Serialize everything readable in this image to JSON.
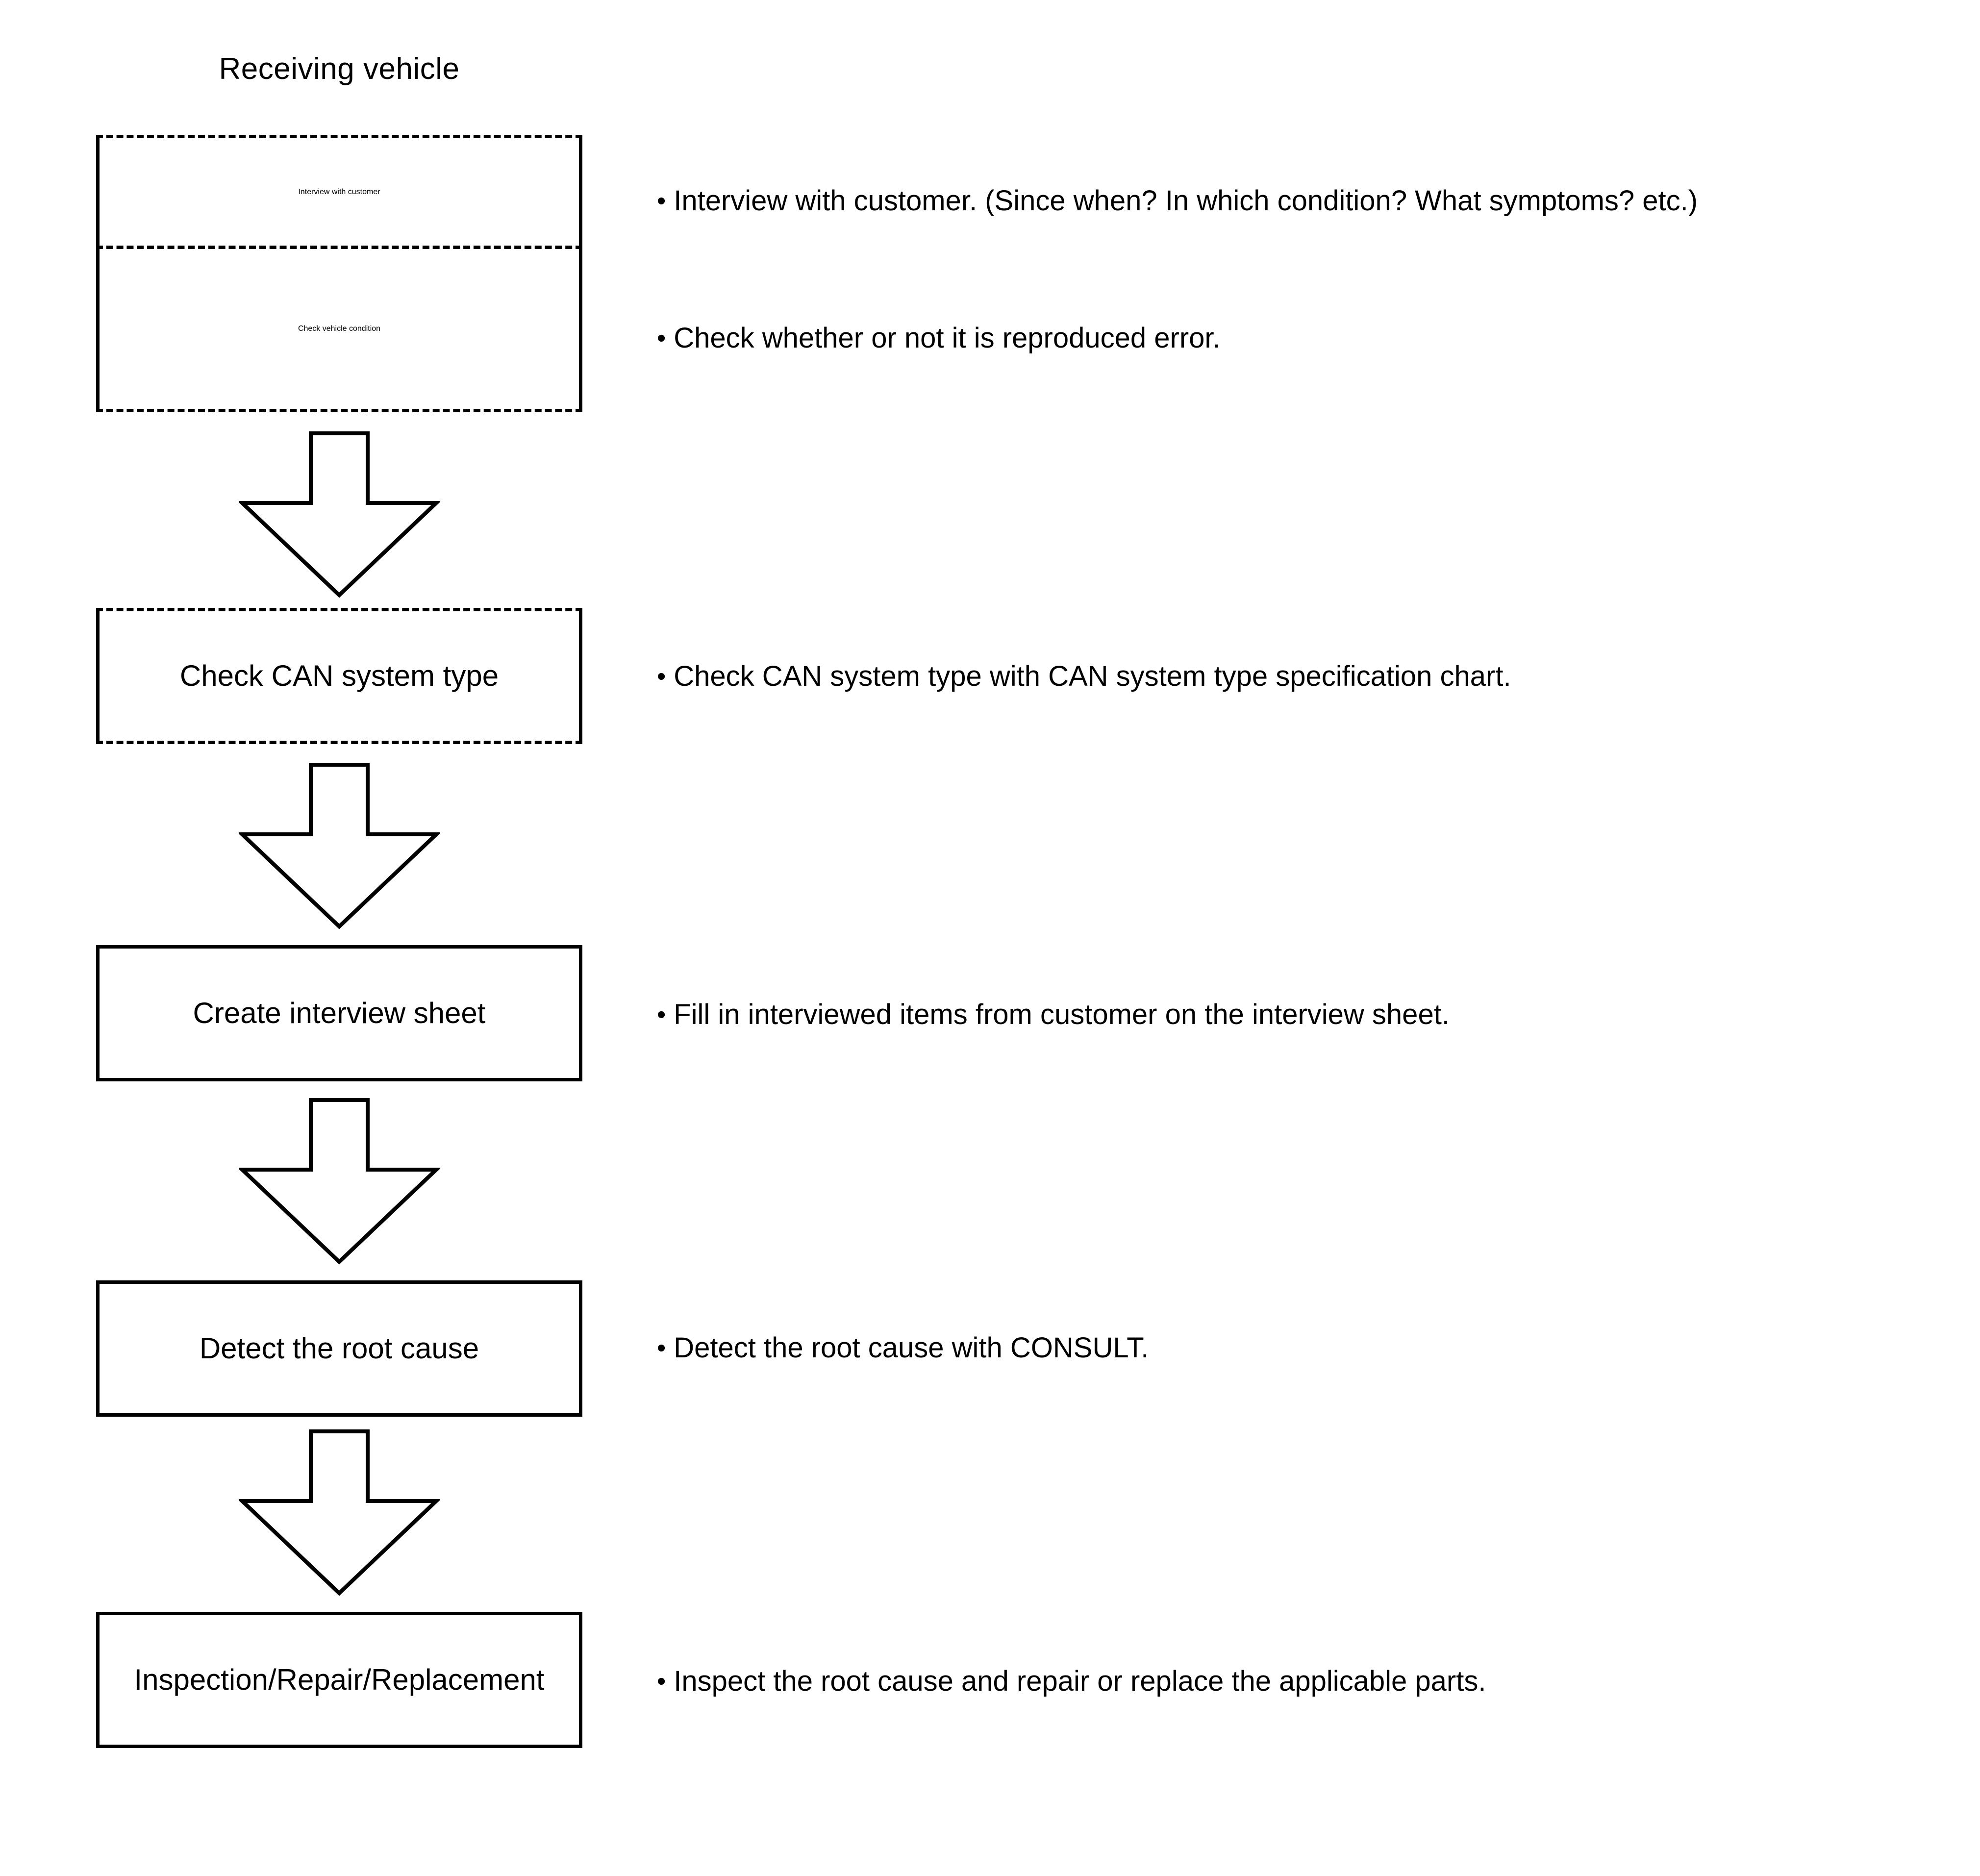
{
  "diagram": {
    "title": "Receiving vehicle",
    "bullet_glyph": "•",
    "accent_color": "#000000",
    "background_color": "#ffffff",
    "steps": [
      {
        "id": "interview-with-customer",
        "label": "Interview with customer",
        "border_style": "dashed",
        "note": "Interview with customer. (Since when? In which condition? What symptoms? etc.)"
      },
      {
        "id": "check-vehicle-condition",
        "label": "Check vehicle condition",
        "border_style": "dashed",
        "note": "Check whether or not it is reproduced error."
      },
      {
        "id": "check-can-system-type",
        "label": "Check CAN system type",
        "border_style": "dashed",
        "note": "Check CAN system type with CAN system type specification chart."
      },
      {
        "id": "create-interview-sheet",
        "label": "Create interview sheet",
        "border_style": "solid",
        "note": "Fill in interviewed items from customer on the interview sheet."
      },
      {
        "id": "detect-the-root-cause",
        "label": "Detect the root cause",
        "border_style": "solid",
        "note": "Detect the root cause with CONSULT."
      },
      {
        "id": "inspection-repair-replacement",
        "label": "Inspection/Repair/Replacement",
        "border_style": "solid",
        "note": "Inspect the root cause and repair or replace the applicable parts."
      }
    ],
    "arrows": [
      {
        "id": "arrow-1",
        "direction": "down",
        "from": "check-vehicle-condition",
        "to": "check-can-system-type"
      },
      {
        "id": "arrow-2",
        "direction": "down",
        "from": "check-can-system-type",
        "to": "create-interview-sheet"
      },
      {
        "id": "arrow-3",
        "direction": "down",
        "from": "create-interview-sheet",
        "to": "detect-the-root-cause"
      },
      {
        "id": "arrow-4",
        "direction": "down",
        "from": "detect-the-root-cause",
        "to": "inspection-repair-replacement"
      }
    ]
  }
}
